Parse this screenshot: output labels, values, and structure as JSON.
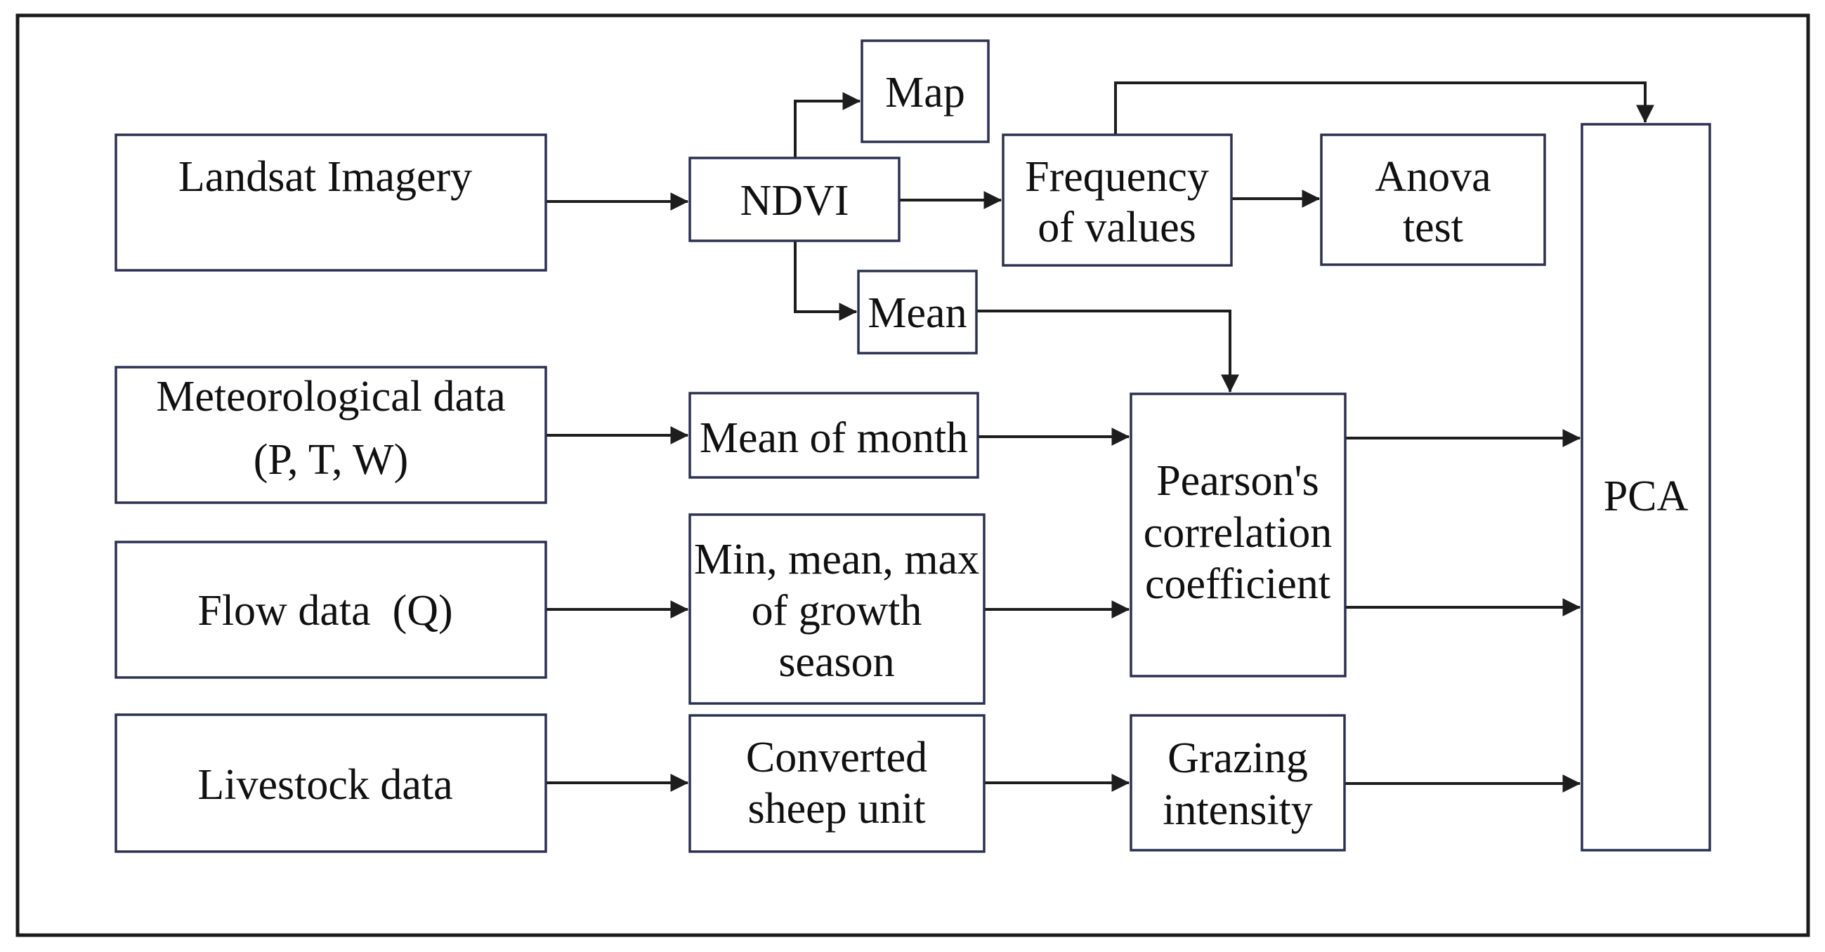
{
  "figure": {
    "type": "flowchart",
    "colors": {
      "background": "#ffffff",
      "box_border": "#2b3152",
      "arrow": "#1d1d1d",
      "text": "#101010",
      "outer_border": "#1b1b1b"
    }
  },
  "nodes": {
    "landsat": {
      "lines": [
        "Landsat Imagery"
      ]
    },
    "ndvi": {
      "lines": [
        "NDVI"
      ]
    },
    "map": {
      "lines": [
        "Map"
      ]
    },
    "mean": {
      "lines": [
        "Mean"
      ]
    },
    "frequency": {
      "lines": [
        "Frequency",
        "of values"
      ]
    },
    "anova": {
      "lines": [
        "Anova",
        "test"
      ]
    },
    "pca": {
      "lines": [
        "PCA"
      ]
    },
    "meteo": {
      "lines": [
        "Meteorological data",
        "(P, T, W)"
      ]
    },
    "meanmonth": {
      "lines": [
        "Mean of month"
      ]
    },
    "pearson": {
      "lines": [
        "Pearson's",
        "correlation",
        "coefficient"
      ]
    },
    "flow": {
      "lines": [
        "Flow data  (Q)"
      ]
    },
    "minmax": {
      "lines": [
        "Min, mean, max",
        "of growth",
        "season"
      ]
    },
    "livestock": {
      "lines": [
        "Livestock data"
      ]
    },
    "converted": {
      "lines": [
        "Converted",
        "sheep unit"
      ]
    },
    "grazing": {
      "lines": [
        "Grazing",
        "intensity"
      ]
    }
  },
  "edges": [
    {
      "from": "landsat",
      "to": "ndvi"
    },
    {
      "from": "ndvi",
      "to": "map"
    },
    {
      "from": "ndvi",
      "to": "frequency"
    },
    {
      "from": "ndvi",
      "to": "mean"
    },
    {
      "from": "frequency",
      "to": "anova"
    },
    {
      "from": "frequency",
      "to": "pca"
    },
    {
      "from": "mean",
      "to": "pearson"
    },
    {
      "from": "meteo",
      "to": "meanmonth"
    },
    {
      "from": "meanmonth",
      "to": "pearson"
    },
    {
      "from": "pearson",
      "to": "pca-upper"
    },
    {
      "from": "flow",
      "to": "minmax"
    },
    {
      "from": "minmax",
      "to": "pearson"
    },
    {
      "from": "pearson",
      "to": "pca-lower"
    },
    {
      "from": "livestock",
      "to": "converted"
    },
    {
      "from": "converted",
      "to": "grazing"
    },
    {
      "from": "grazing",
      "to": "pca"
    }
  ]
}
